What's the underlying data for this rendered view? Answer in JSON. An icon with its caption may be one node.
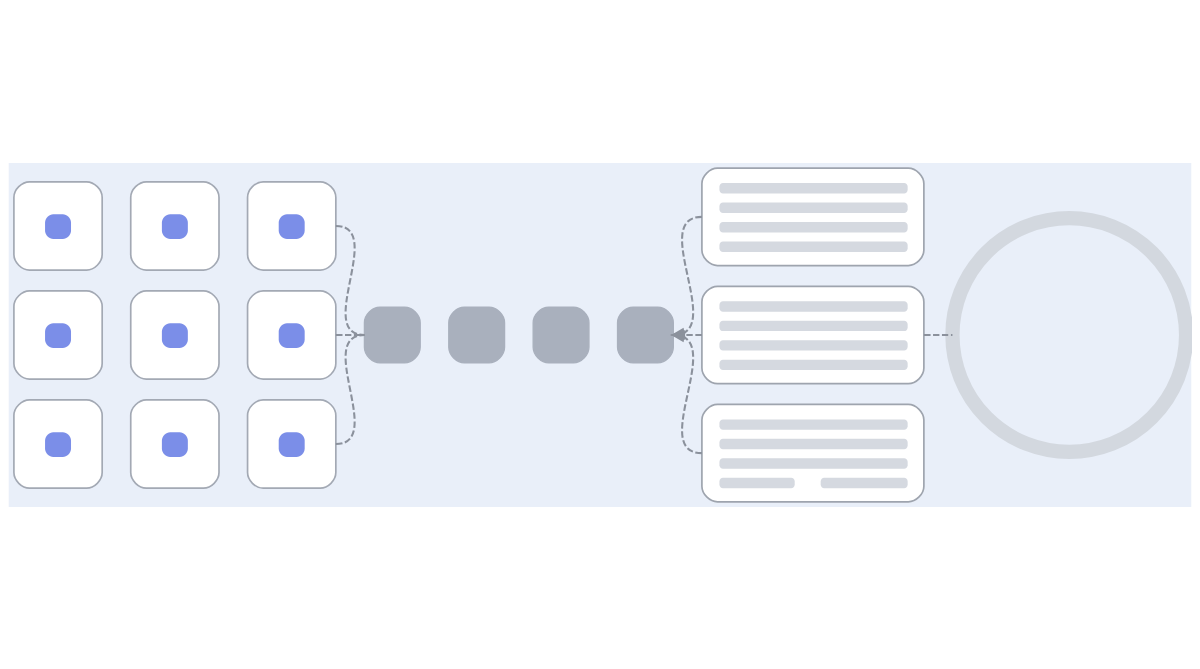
{
  "diagram": {
    "nodes": [
      {
        "text": [],
        "shape": "box"
      },
      {
        "text": [],
        "shape": "box"
      },
      {
        "text": [],
        "shape": "box"
      },
      {
        "text": [],
        "shape": "box"
      },
      {
        "text": [],
        "shape": "box"
      },
      {
        "text": [],
        "shape": "box"
      },
      {
        "text": [],
        "shape": "box"
      },
      {
        "text": [],
        "shape": "box"
      },
      {
        "text": [],
        "shape": "box"
      },
      {
        "text": [],
        "shape": "box"
      },
      {
        "text": [],
        "shape": "box"
      },
      {
        "text": [],
        "shape": "box"
      },
      {
        "text": [],
        "shape": "box"
      },
      {
        "text": [],
        "shape": "box"
      },
      {
        "text": [],
        "shape": "box"
      },
      {
        "text": [],
        "shape": "box"
      },
      {
        "text": [],
        "shape": "circle"
      }
    ],
    "edges": [
      {
        "from": 2,
        "to": 9,
        "arrow": "none",
        "style": "dashed"
      },
      {
        "from": 5,
        "to": 9,
        "arrow": "none",
        "style": "dashed"
      },
      {
        "from": 8,
        "to": 9,
        "arrow": "none",
        "style": "dashed"
      },
      {
        "from": 13,
        "to": 12,
        "arrow": "to",
        "style": "dashed"
      },
      {
        "from": 14,
        "to": 12,
        "arrow": "to",
        "style": "dashed"
      },
      {
        "from": 15,
        "to": 12,
        "arrow": "to",
        "style": "dashed"
      },
      {
        "from": 14,
        "to": 16,
        "arrow": "none",
        "style": "dashed"
      }
    ]
  }
}
